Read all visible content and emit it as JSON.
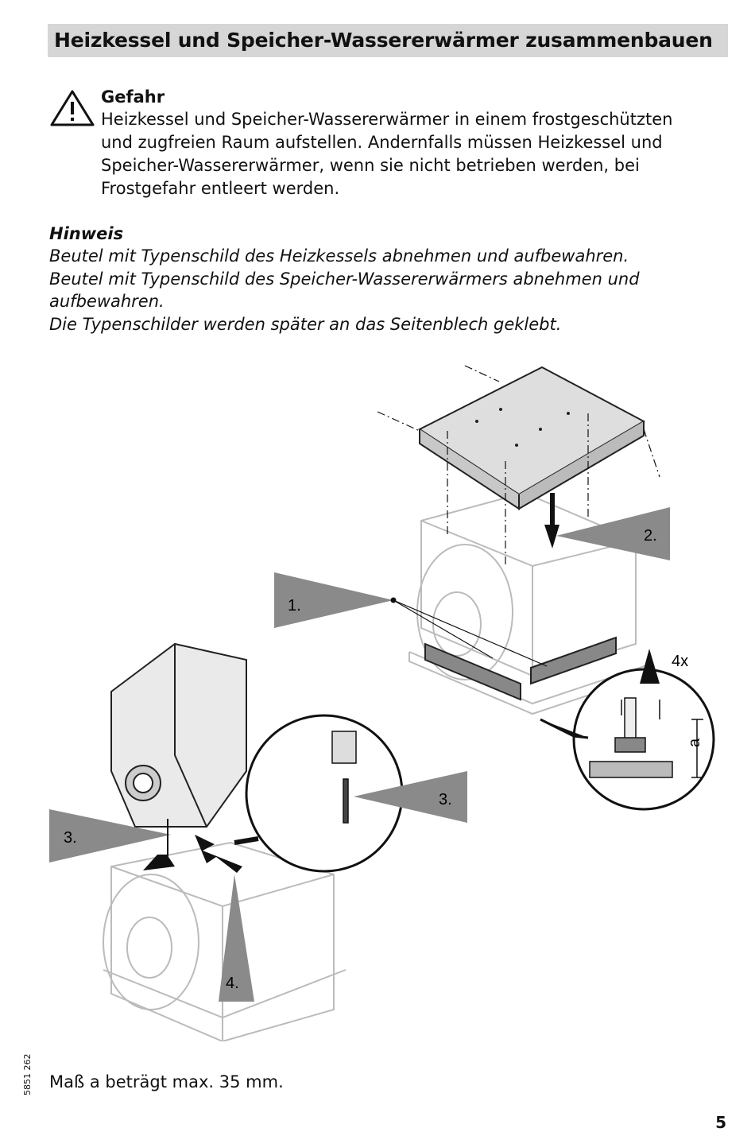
{
  "title": "Heizkessel und Speicher-Wassererwärmer zusammenbauen",
  "danger": {
    "heading": "Gefahr",
    "lines": [
      "Heizkessel und Speicher-Wassererwärmer in einem frostgeschützten",
      "und zugfreien Raum aufstellen. Andernfalls müssen Heizkessel und",
      "Speicher-Wassererwärmer, wenn sie nicht betrieben werden, bei",
      "Frostgefahr entleert werden."
    ]
  },
  "note": {
    "heading": "Hinweis",
    "lines": [
      "Beutel mit Typenschild des Heizkessels abnehmen und aufbewahren.",
      "Beutel mit Typenschild des Speicher-Wassererwärmers abnehmen und",
      "aufbewahren.",
      "Die Typenschilder werden später an das Seitenblech geklebt."
    ]
  },
  "figure": {
    "step1": "1.",
    "step2": "2.",
    "step3a": "3.",
    "step3b": "3.",
    "step4": "4.",
    "count": "4x",
    "dim": "a"
  },
  "docnum": "5851 262",
  "caption": "Maß a beträgt max. 35 mm.",
  "page_number": "5"
}
